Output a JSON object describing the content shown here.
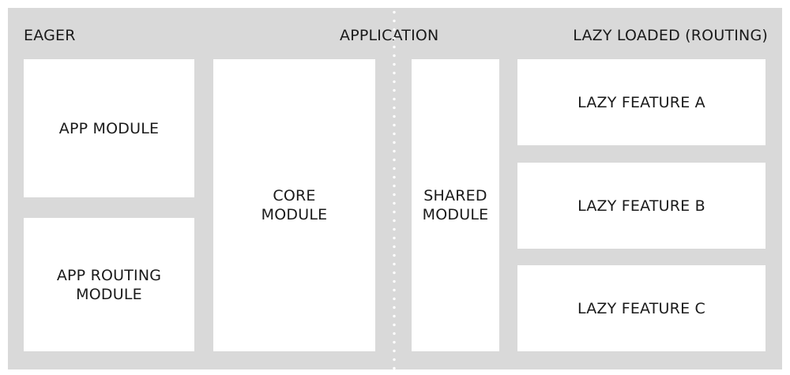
{
  "sections": {
    "eager": "EAGER",
    "application": "APPLICATION",
    "lazy": "LAZY LOADED (ROUTING)"
  },
  "modules": {
    "app_module": [
      "APP MODULE"
    ],
    "app_routing_module": [
      "APP ROUTING",
      "MODULE"
    ],
    "core_module": [
      "CORE",
      "MODULE"
    ],
    "shared_module": [
      "SHARED",
      "MODULE"
    ],
    "lazy_feature_a": [
      "LAZY FEATURE A"
    ],
    "lazy_feature_b": [
      "LAZY FEATURE B"
    ],
    "lazy_feature_c": [
      "LAZY FEATURE C"
    ]
  },
  "colors": {
    "background": "#d9d9d9",
    "box": "#ffffff",
    "text": "#1a1a1a"
  }
}
